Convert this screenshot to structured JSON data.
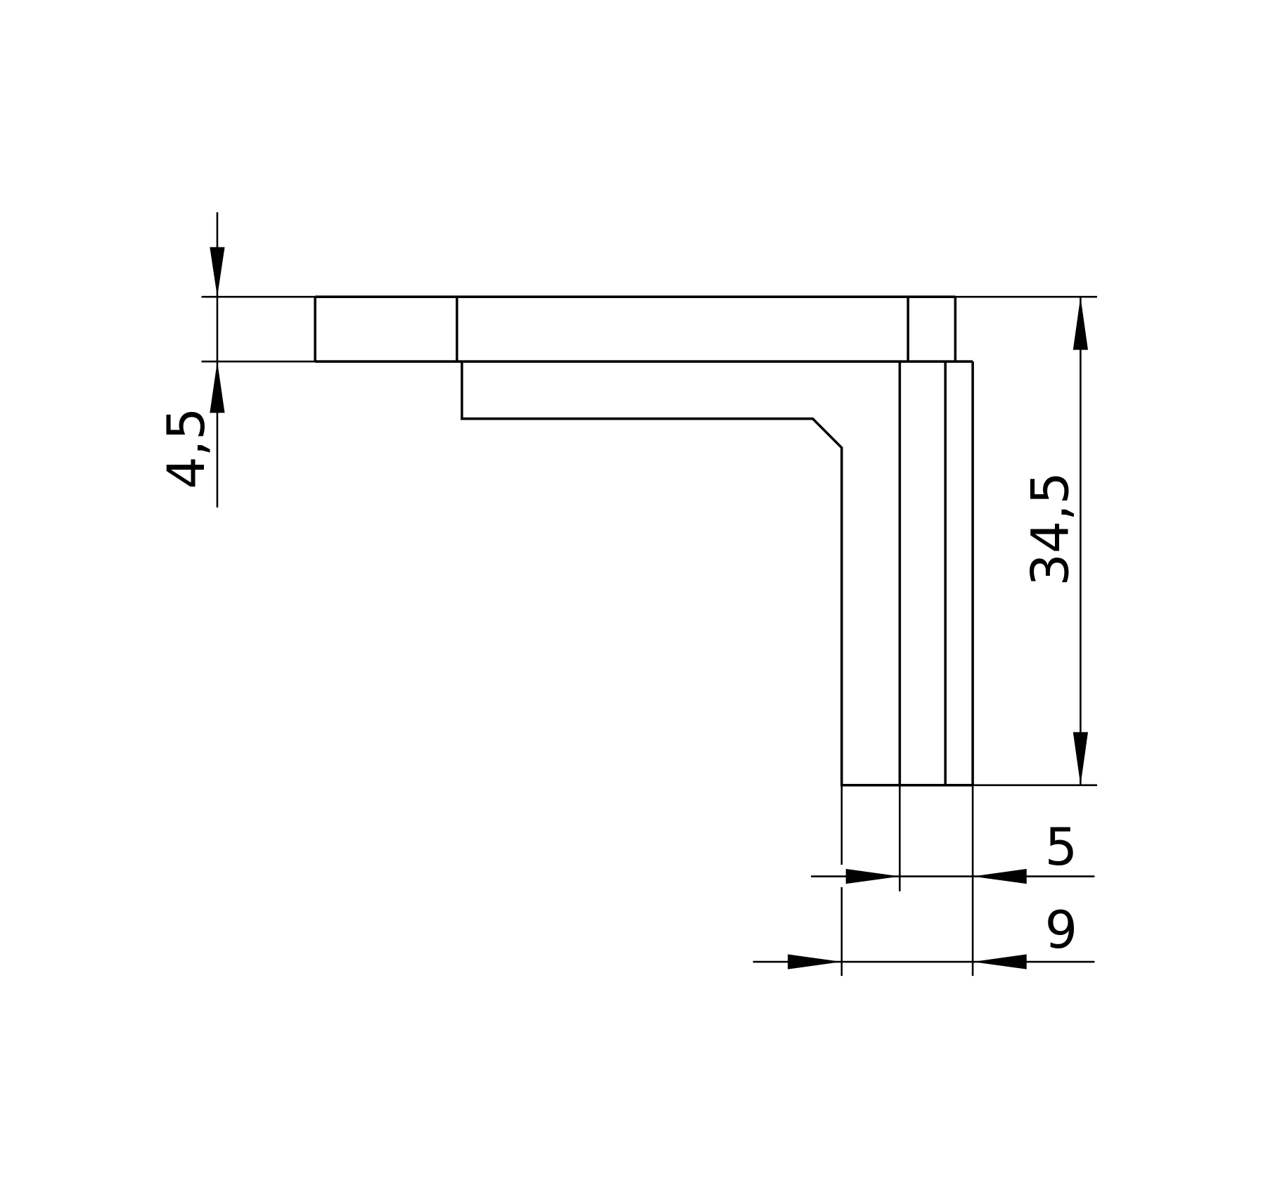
{
  "drawing": {
    "dimensions": {
      "flange_thickness": "4,5",
      "total_height": "34,5",
      "inner_width": "5",
      "total_width": "9"
    }
  }
}
